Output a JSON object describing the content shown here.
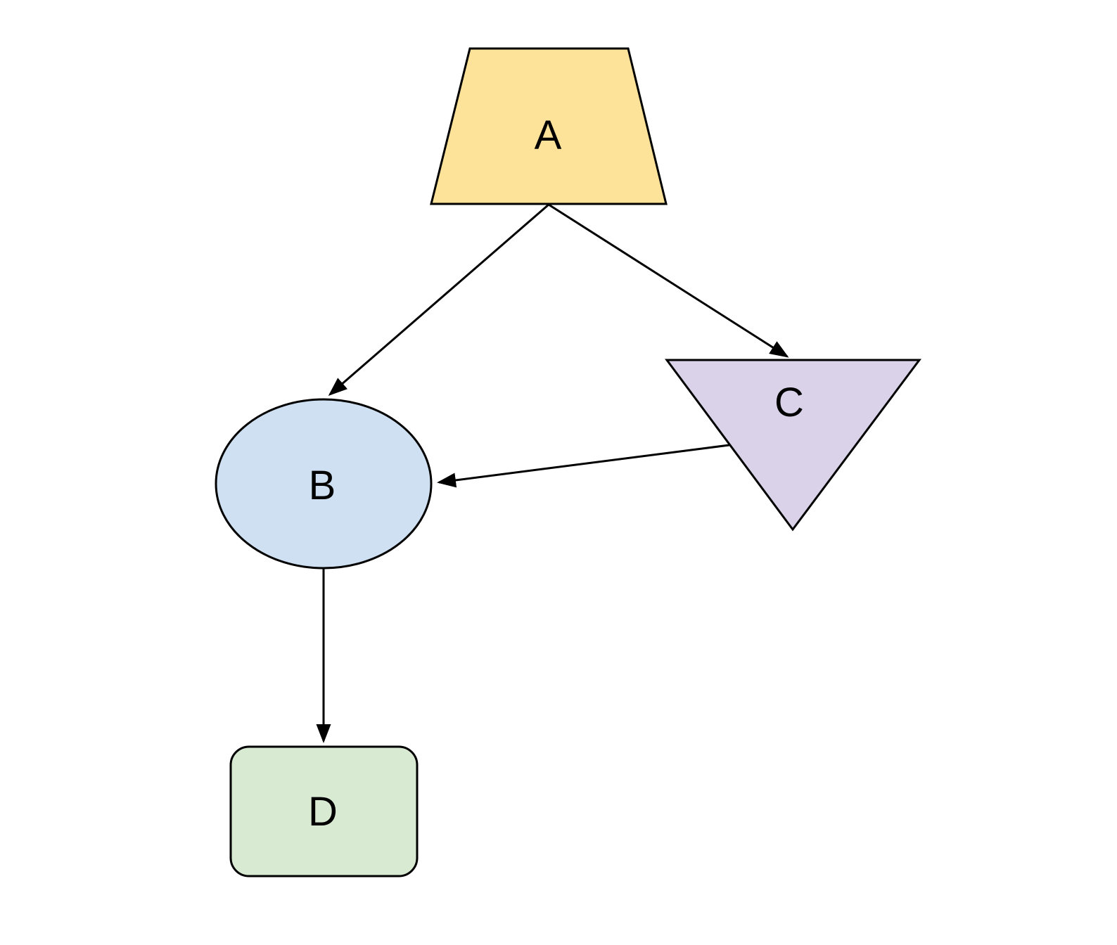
{
  "diagram": {
    "background_color": "#ffffff",
    "line_color": "#000000",
    "label_color": "#000000",
    "nodes": [
      {
        "id": "A",
        "label": "A",
        "shape": "trapezoid",
        "fill": "#fde29a"
      },
      {
        "id": "B",
        "label": "B",
        "shape": "ellipse",
        "fill": "#cee0f2"
      },
      {
        "id": "C",
        "label": "C",
        "shape": "inverted-triangle",
        "fill": "#d9d2e9"
      },
      {
        "id": "D",
        "label": "D",
        "shape": "rounded-rectangle",
        "fill": "#d9ead3"
      }
    ],
    "edges": [
      {
        "from": "A",
        "to": "B",
        "directed": true
      },
      {
        "from": "A",
        "to": "C",
        "directed": true
      },
      {
        "from": "C",
        "to": "B",
        "directed": true
      },
      {
        "from": "B",
        "to": "D",
        "directed": true
      }
    ]
  }
}
